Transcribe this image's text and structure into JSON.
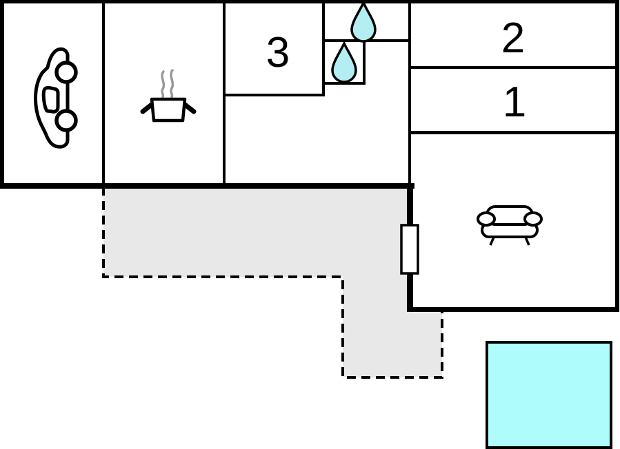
{
  "floor_plan": {
    "type": "property-floor-plan",
    "labels": {
      "bedroom_1": "1",
      "bedroom_2": "2",
      "bedroom_3": "3"
    },
    "rooms": [
      {
        "name": "garage",
        "icon": "car-icon"
      },
      {
        "name": "kitchen",
        "icon": "cooking-pot-icon"
      },
      {
        "name": "bedroom-3",
        "label": "3"
      },
      {
        "name": "bathroom-upper",
        "icon": "water-drop-icon"
      },
      {
        "name": "bathroom-lower",
        "icon": "water-drop-icon"
      },
      {
        "name": "bedroom-2",
        "label": "2"
      },
      {
        "name": "bedroom-1",
        "label": "1"
      },
      {
        "name": "living-room",
        "icon": "sofa-icon"
      },
      {
        "name": "terrace",
        "style": "dashed-outline"
      },
      {
        "name": "pool",
        "style": "filled-square"
      }
    ],
    "colors": {
      "wall": "#000000",
      "background": "#ffffff",
      "terrace_fill": "#e8e8e8",
      "pool_fill": "#aefcfc",
      "water_drop_fill": "#b3eff2",
      "steam": "#999999"
    }
  }
}
